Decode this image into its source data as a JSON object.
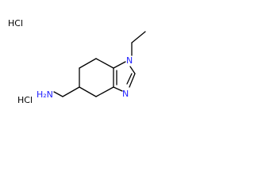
{
  "structure": {
    "salt_labels": [
      "HCl",
      "HCl"
    ],
    "atoms": {
      "amine": "H₂N",
      "n1": "N",
      "n3": "N"
    },
    "colors": {
      "bond": "#000000",
      "carbon_text": "#000000",
      "nitrogen_text": "#1f1fff",
      "background": "#ffffff"
    }
  }
}
